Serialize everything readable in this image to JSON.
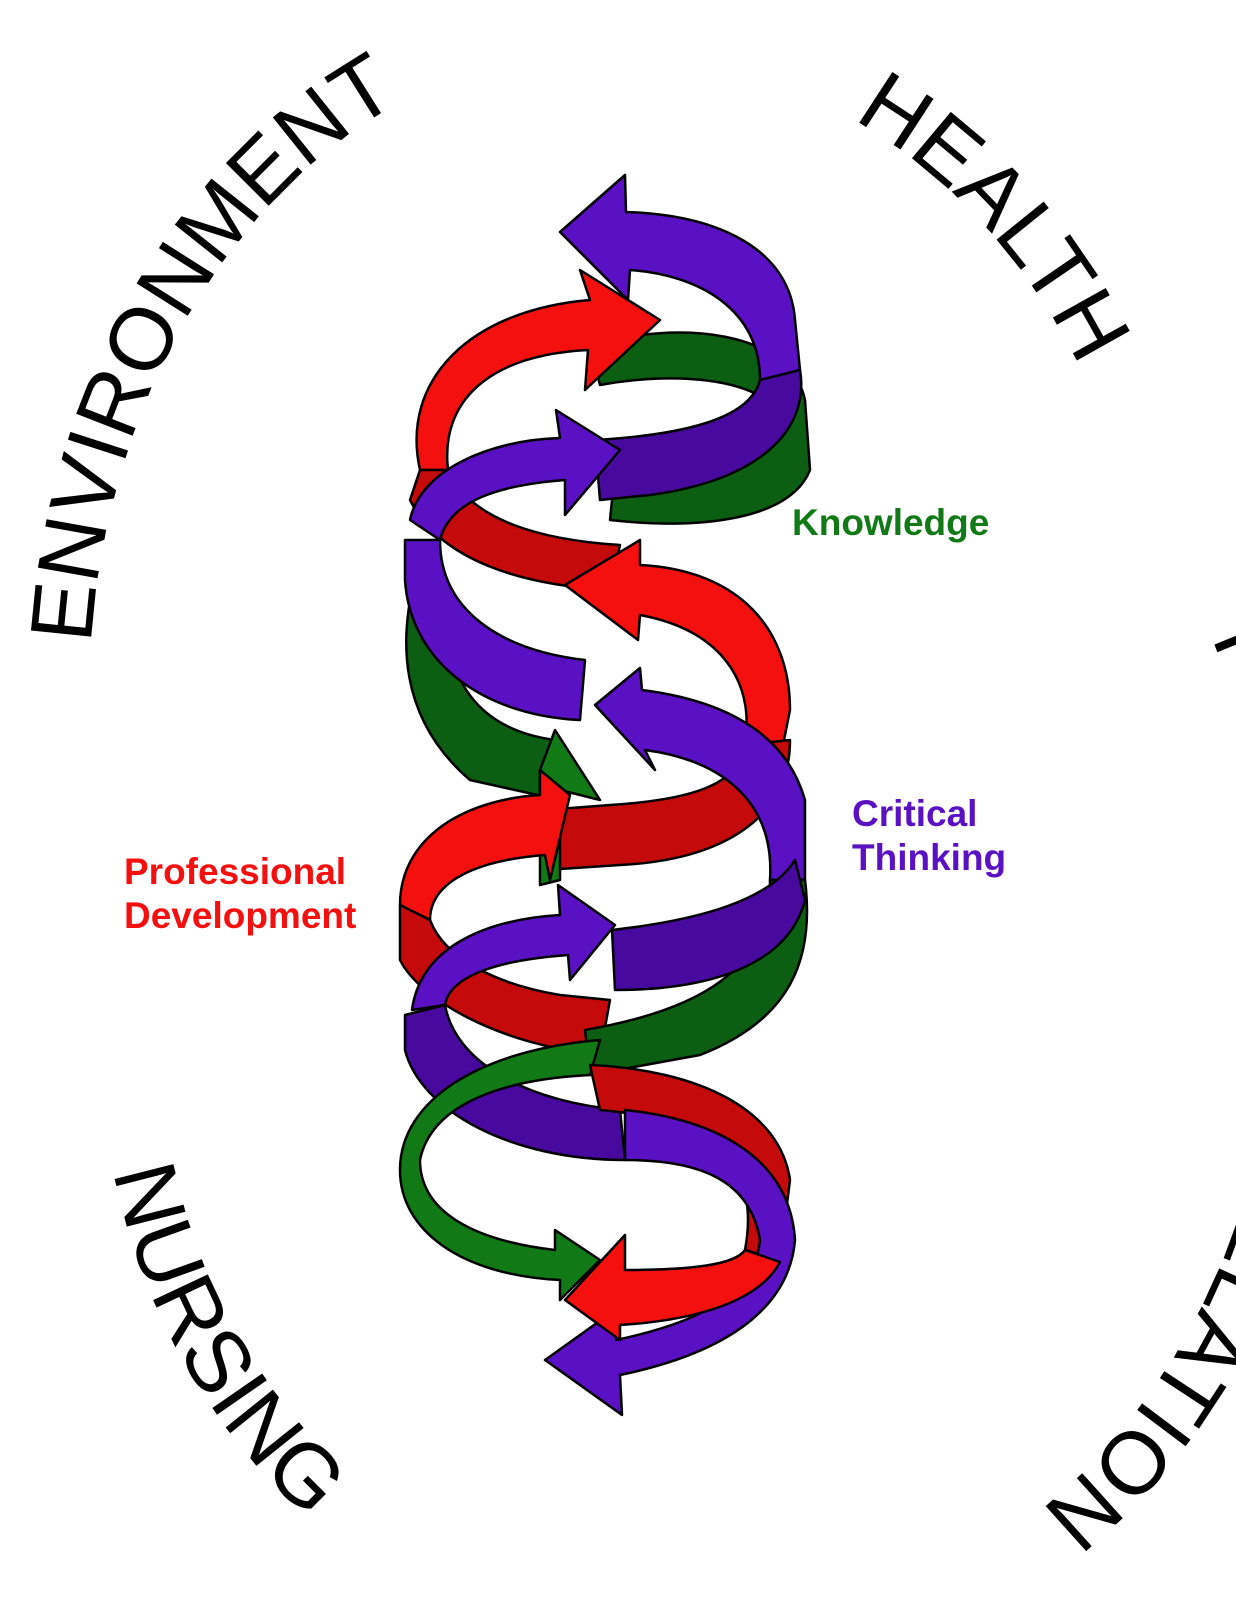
{
  "colors": {
    "knowledge": "#117a17",
    "knowledge_dark": "#0c5f12",
    "critical_thinking": "#5a11c4",
    "critical_thinking_dark": "#47099e",
    "professional_development": "#f51010",
    "professional_development_dark": "#c40a0a",
    "outline": "#000000",
    "ring_text": "#000000"
  },
  "outer_ring": {
    "environment": "ENVIRONMENT",
    "health": "HEALTH",
    "person_in_relation": "PERSON-IN-RELATION",
    "nursing": "NURSING"
  },
  "strands": {
    "knowledge": {
      "line1": "Knowledge"
    },
    "critical_thinking": {
      "line1": "Critical",
      "line2": "Thinking"
    },
    "professional_development": {
      "line1": "Professional",
      "line2": "Development"
    }
  }
}
